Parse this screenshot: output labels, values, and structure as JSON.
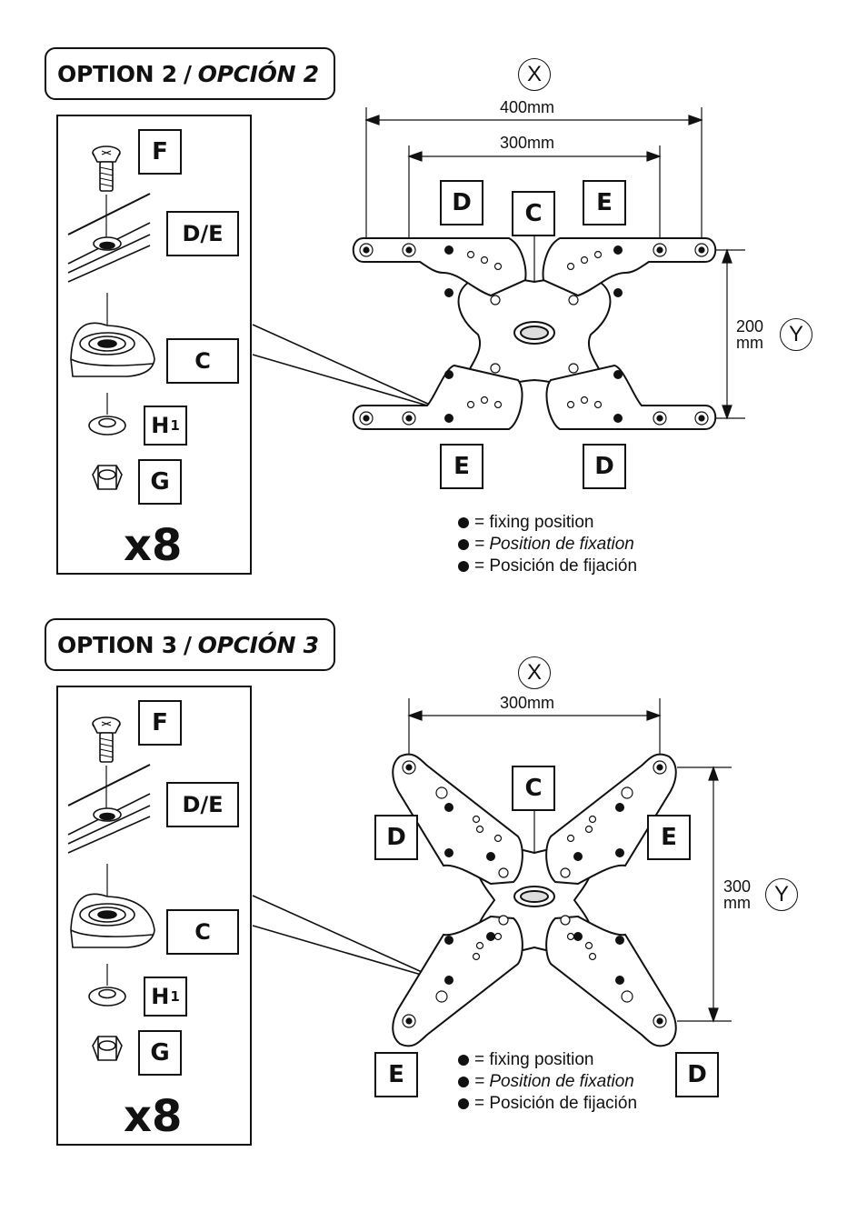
{
  "option2": {
    "title_en": "OPTION 2",
    "separator": "/",
    "title_es": "OPCIÓN 2",
    "x_axis": "X",
    "y_axis": "Y",
    "dim_outer": "400mm",
    "dim_inner": "300mm",
    "dim_y_value": "200",
    "dim_y_unit": "mm",
    "plate_labels": {
      "top_left": "D",
      "center": "C",
      "top_right": "E",
      "bottom_left": "E",
      "bottom_right": "D"
    },
    "parts": {
      "f": "F",
      "de": "D/E",
      "c": "C",
      "h": "H",
      "h_sub": "1",
      "g": "G",
      "qty": "x8"
    },
    "legend": [
      "= fixing position",
      "= Position de fixation",
      "= Posición de fijación"
    ]
  },
  "option3": {
    "title_en": "OPTION 3",
    "separator": "/",
    "title_es": "OPCIÓN 3",
    "x_axis": "X",
    "y_axis": "Y",
    "dim_x": "300mm",
    "dim_y_value": "300",
    "dim_y_unit": "mm",
    "plate_labels": {
      "left": "D",
      "center": "C",
      "right": "E",
      "bottom_left": "E",
      "bottom_right": "D"
    },
    "parts": {
      "f": "F",
      "de": "D/E",
      "c": "C",
      "h": "H",
      "h_sub": "1",
      "g": "G",
      "qty": "x8"
    },
    "legend": [
      "= fixing position",
      "= Position de fixation",
      "= Posición de fijación"
    ]
  }
}
